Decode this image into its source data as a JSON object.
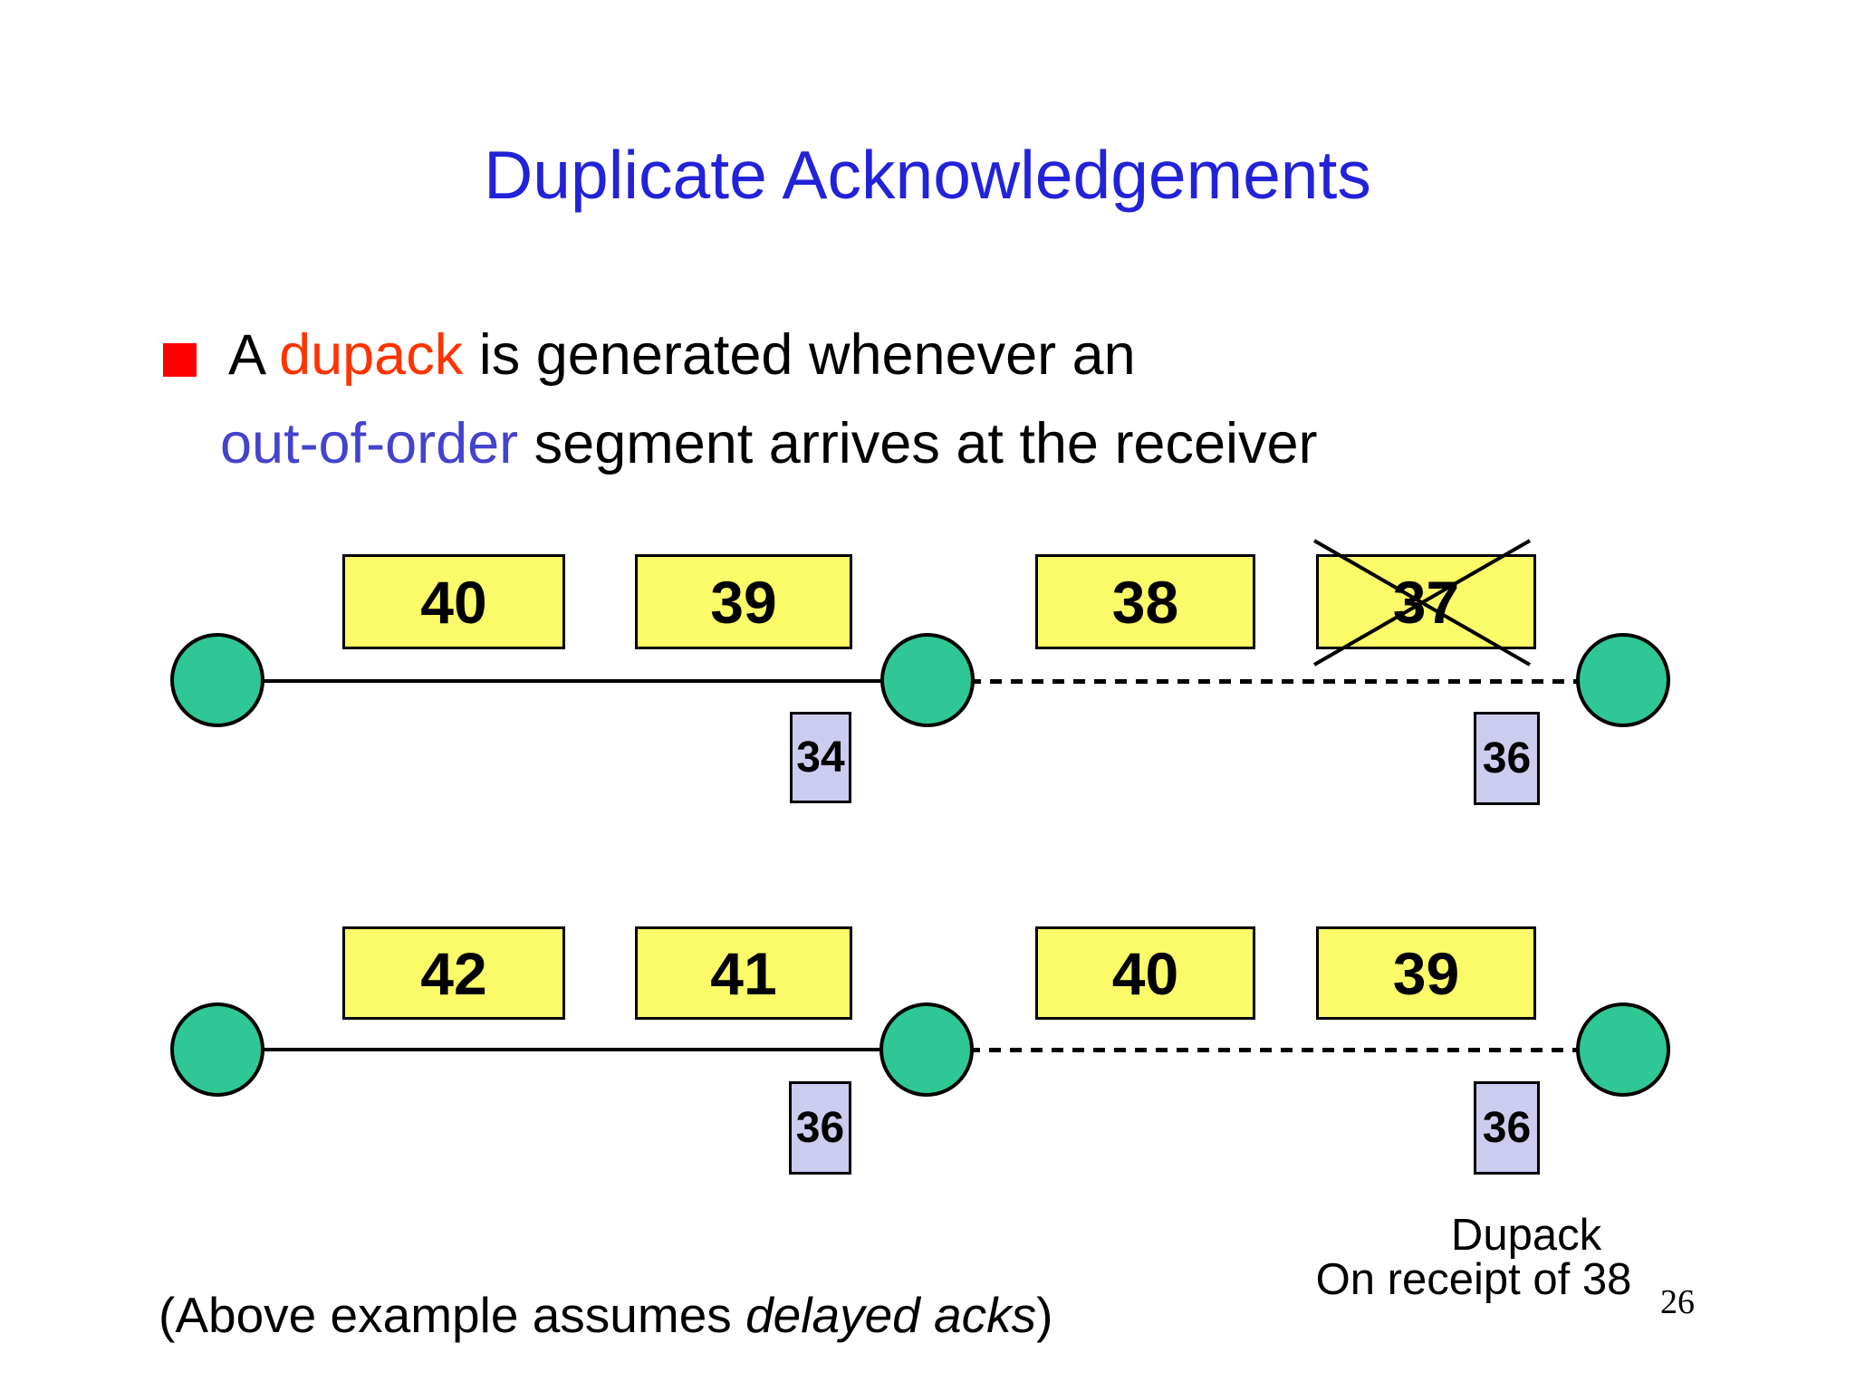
{
  "title": "Duplicate Acknowledgements",
  "bullet": {
    "line1_prefix": "A ",
    "line1_highlight": "dupack",
    "line1_suffix": " is generated whenever an",
    "line2_highlight": "out-of-order",
    "line2_suffix": " segment arrives at the receiver"
  },
  "diagram": {
    "rows": [
      {
        "segments": [
          {
            "label": "40",
            "crossed": false
          },
          {
            "label": "39",
            "crossed": false
          },
          {
            "label": "38",
            "crossed": false
          },
          {
            "label": "37",
            "crossed": true
          }
        ],
        "acks": [
          {
            "label": "34"
          },
          {
            "label": "36"
          }
        ]
      },
      {
        "segments": [
          {
            "label": "42",
            "crossed": false
          },
          {
            "label": "41",
            "crossed": false
          },
          {
            "label": "40",
            "crossed": false
          },
          {
            "label": "39",
            "crossed": false
          }
        ],
        "acks": [
          {
            "label": "36"
          },
          {
            "label": "36"
          }
        ]
      }
    ]
  },
  "captions": {
    "dupack_line1": "Dupack",
    "dupack_line2": "On receipt of 38",
    "note_prefix": "(Above example assumes ",
    "note_italic": "delayed acks",
    "note_suffix": ")"
  },
  "page_number": "26",
  "colors": {
    "title_blue": "#2222d8",
    "bullet_red": "#ff0000",
    "dupack_red": "#ff3300",
    "out_of_order_blue": "#4343cd",
    "segment_yellow": "#fbfb69",
    "ack_lavender": "#ccccee",
    "node_green": "#2ec795"
  }
}
